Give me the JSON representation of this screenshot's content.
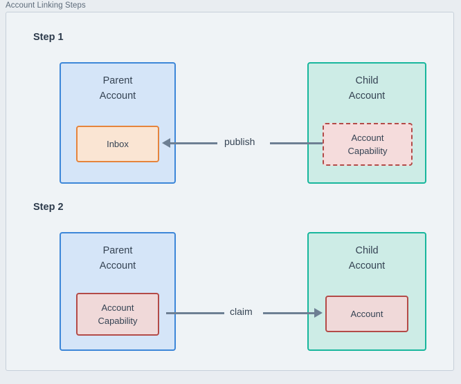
{
  "frame": {
    "title": "Account Linking Steps",
    "border_color": "#c6cfd9",
    "background_color": "#eff3f6"
  },
  "colors": {
    "parent_border": "#3c86d8",
    "parent_fill": "#d5e5f8",
    "child_border": "#17b69c",
    "child_fill": "#cdece6",
    "inbox_border": "#e5843c",
    "inbox_fill": "#fae5d3",
    "capability_border": "#b34a47",
    "capability_fill": "#f5dcdc",
    "arrow": "#6d7f93",
    "text": "#354353"
  },
  "steps": [
    {
      "label": "Step 1",
      "parent": {
        "title": "Parent\nAccount",
        "inner": {
          "label": "Inbox",
          "style": "solid-orange"
        }
      },
      "child": {
        "title": "Child\nAccount",
        "inner": {
          "label": "Account\nCapability",
          "style": "dashed-red"
        }
      },
      "arrow": {
        "label": "publish",
        "direction": "left"
      }
    },
    {
      "label": "Step 2",
      "parent": {
        "title": "Parent\nAccount",
        "inner": {
          "label": "Account\nCapability",
          "style": "solid-red"
        }
      },
      "child": {
        "title": "Child\nAccount",
        "inner": {
          "label": "Account",
          "style": "solid-red"
        }
      },
      "arrow": {
        "label": "claim",
        "direction": "right"
      }
    }
  ]
}
